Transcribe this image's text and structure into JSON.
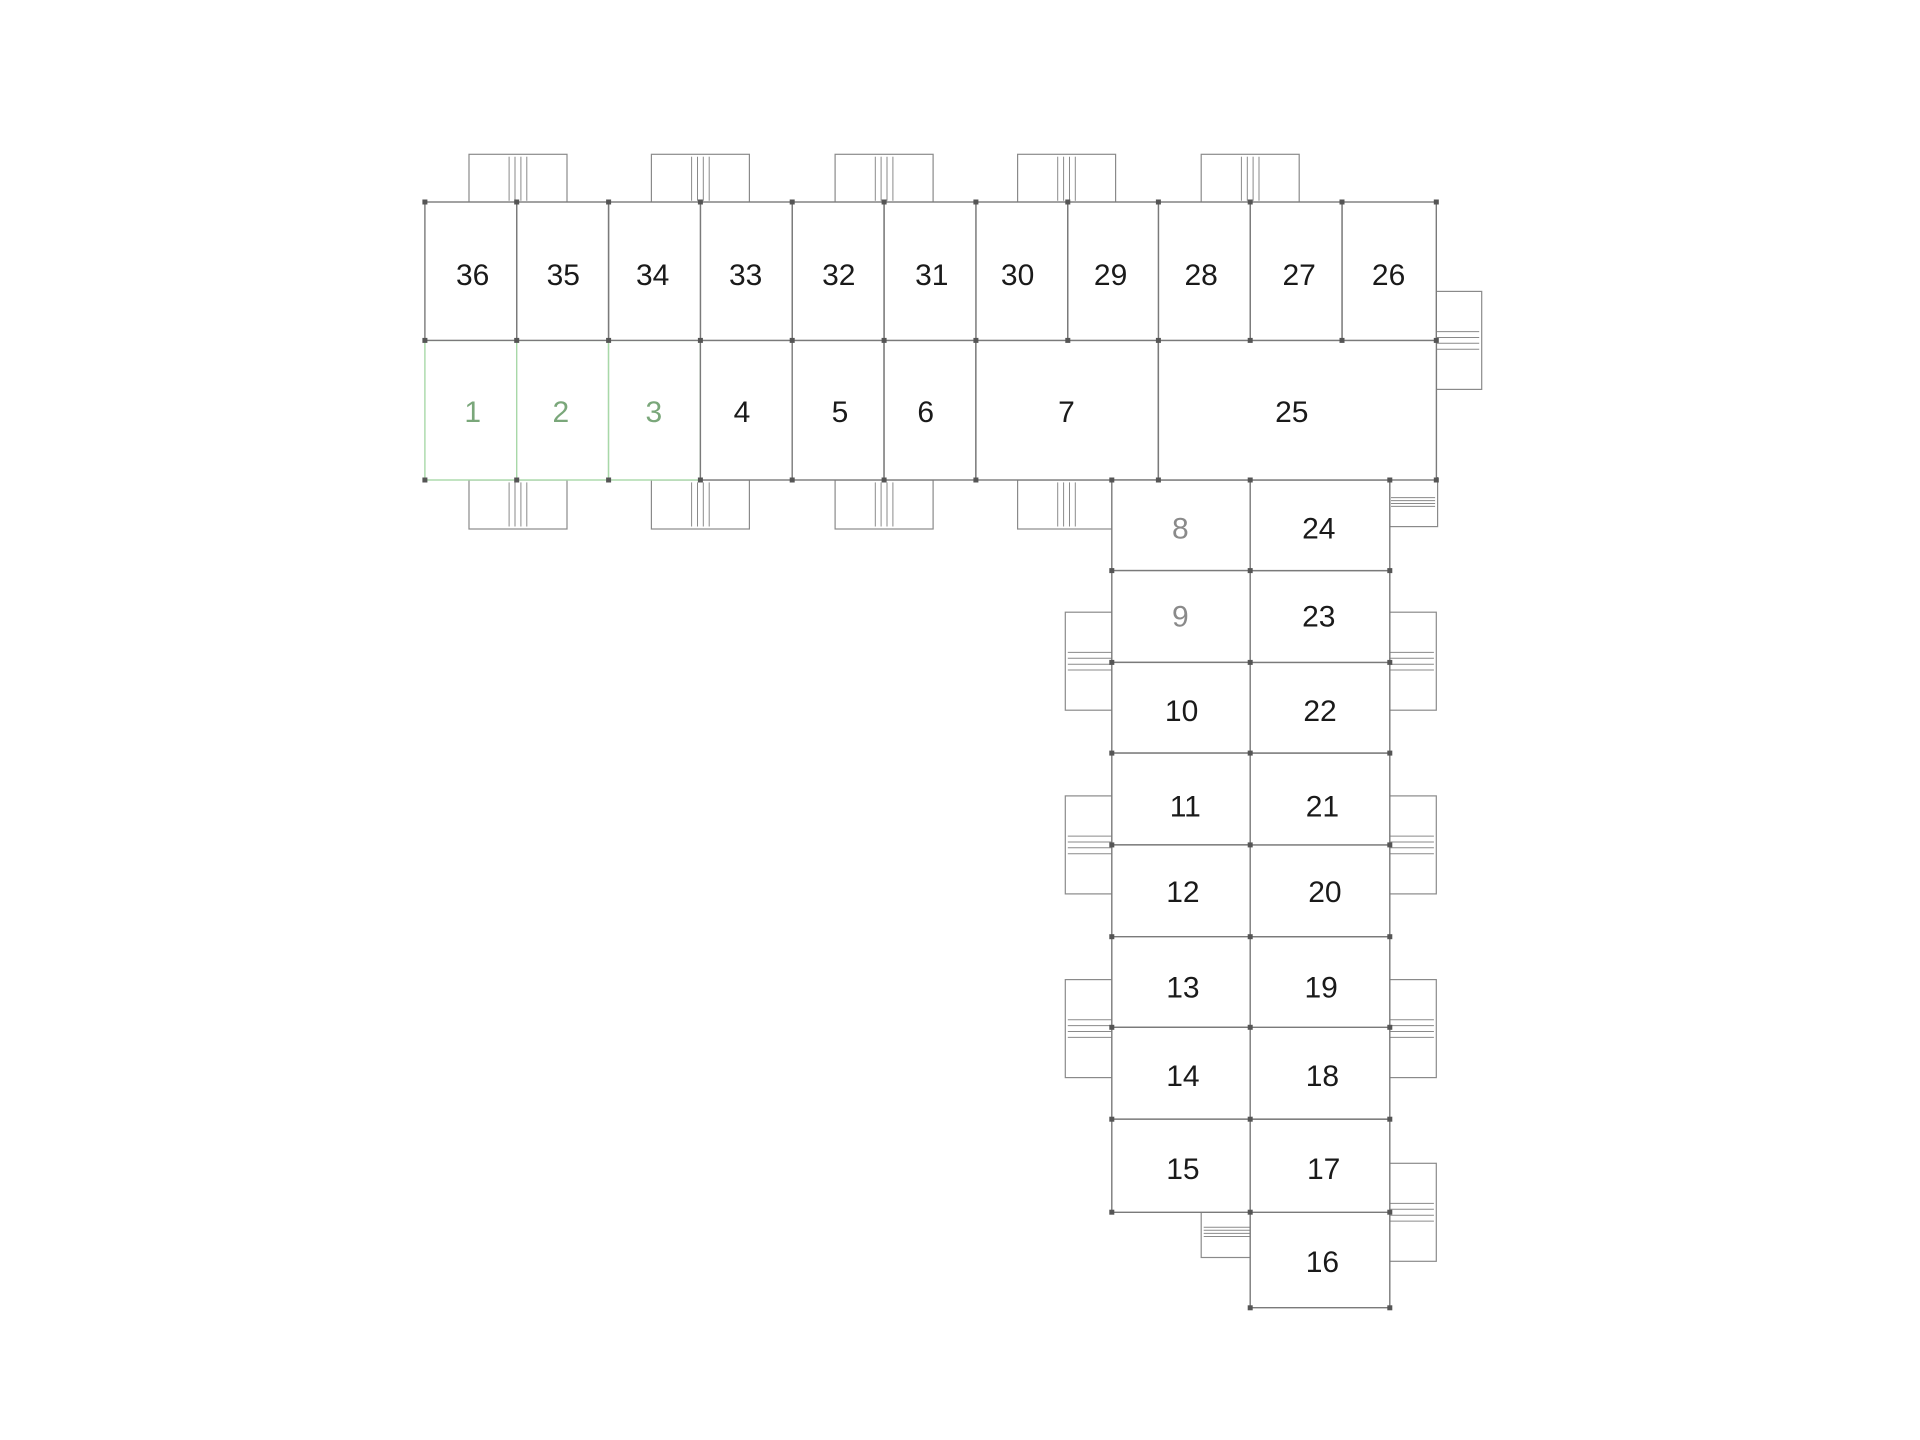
{
  "plan": {
    "colors": {
      "wall": "#7a7a7a",
      "label": "#1a1a1a",
      "dim_label": "#8a8a8a",
      "selected_fill": "#d7f5d7",
      "selected_stroke": "#a8d8a8",
      "selected_label": "#7aa77a"
    },
    "units": [
      {
        "id": "1",
        "label": "1",
        "state": "selected"
      },
      {
        "id": "2",
        "label": "2",
        "state": "selected"
      },
      {
        "id": "3",
        "label": "3",
        "state": "selected"
      },
      {
        "id": "4",
        "label": "4",
        "state": "available"
      },
      {
        "id": "5",
        "label": "5",
        "state": "available"
      },
      {
        "id": "6",
        "label": "6",
        "state": "available"
      },
      {
        "id": "7",
        "label": "7",
        "state": "available"
      },
      {
        "id": "8",
        "label": "8",
        "state": "unavailable"
      },
      {
        "id": "9",
        "label": "9",
        "state": "unavailable"
      },
      {
        "id": "10",
        "label": "10",
        "state": "available"
      },
      {
        "id": "11",
        "label": "11",
        "state": "available"
      },
      {
        "id": "12",
        "label": "12",
        "state": "available"
      },
      {
        "id": "13",
        "label": "13",
        "state": "available"
      },
      {
        "id": "14",
        "label": "14",
        "state": "available"
      },
      {
        "id": "15",
        "label": "15",
        "state": "available"
      },
      {
        "id": "16",
        "label": "16",
        "state": "available"
      },
      {
        "id": "17",
        "label": "17",
        "state": "available"
      },
      {
        "id": "18",
        "label": "18",
        "state": "available"
      },
      {
        "id": "19",
        "label": "19",
        "state": "available"
      },
      {
        "id": "20",
        "label": "20",
        "state": "available"
      },
      {
        "id": "21",
        "label": "21",
        "state": "available"
      },
      {
        "id": "22",
        "label": "22",
        "state": "available"
      },
      {
        "id": "23",
        "label": "23",
        "state": "available"
      },
      {
        "id": "24",
        "label": "24",
        "state": "available"
      },
      {
        "id": "25",
        "label": "25",
        "state": "available"
      },
      {
        "id": "26",
        "label": "26",
        "state": "available"
      },
      {
        "id": "27",
        "label": "27",
        "state": "available"
      },
      {
        "id": "28",
        "label": "28",
        "state": "available"
      },
      {
        "id": "29",
        "label": "29",
        "state": "available"
      },
      {
        "id": "30",
        "label": "30",
        "state": "available"
      },
      {
        "id": "31",
        "label": "31",
        "state": "available"
      },
      {
        "id": "32",
        "label": "32",
        "state": "available"
      },
      {
        "id": "33",
        "label": "33",
        "state": "available"
      },
      {
        "id": "34",
        "label": "34",
        "state": "available"
      },
      {
        "id": "35",
        "label": "35",
        "state": "available"
      },
      {
        "id": "36",
        "label": "36",
        "state": "available"
      }
    ]
  }
}
